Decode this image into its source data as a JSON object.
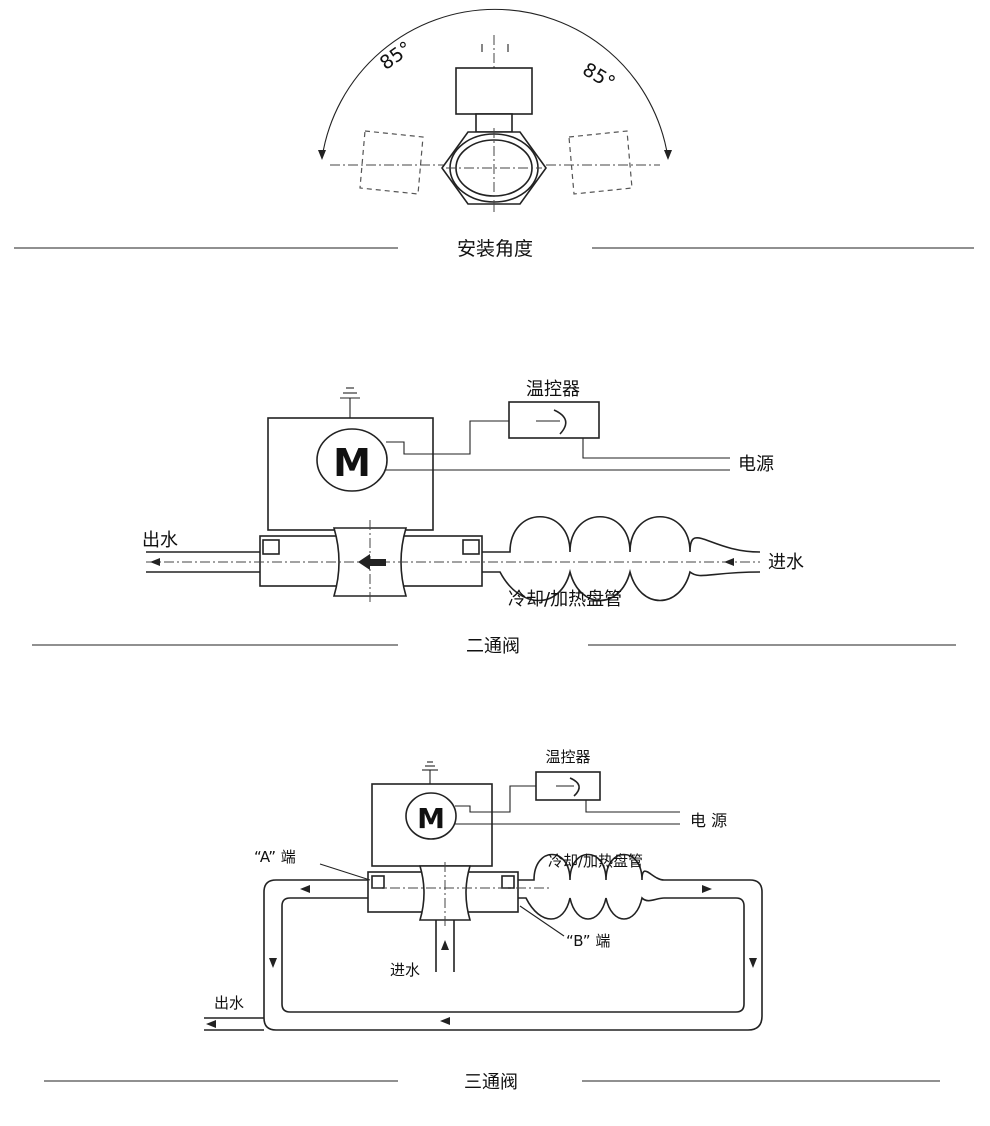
{
  "section1": {
    "title": "安装角度",
    "angle_left": "85°",
    "angle_right": "85°"
  },
  "section2": {
    "title": "二通阀",
    "motor": "M",
    "thermostat": "温控器",
    "power": "电源",
    "outlet": "出水",
    "inlet": "进水",
    "coil": "冷却/加热盘管"
  },
  "section3": {
    "title": "三通阀",
    "motor": "M",
    "thermostat": "温控器",
    "power": "电 源",
    "coil": "冷却/加热盘管",
    "port_a": "“A” 端",
    "port_b": "“B” 端",
    "inlet": "进水",
    "outlet": "出水"
  }
}
